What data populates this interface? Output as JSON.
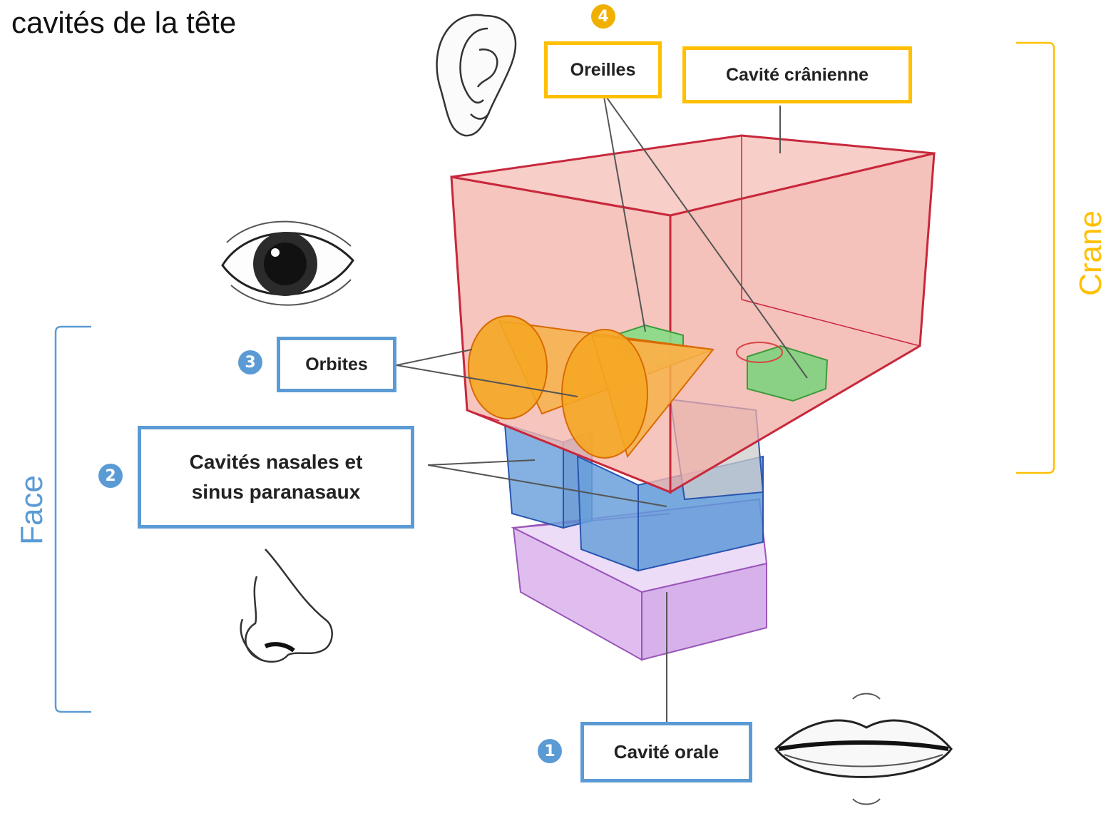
{
  "title": "cavités de la tête",
  "labels": {
    "oreilles": "Oreilles",
    "cavite_cranienne": "Cavité crânienne",
    "orbites": "Orbites",
    "cavites_nasales_line1": "Cavités nasales et",
    "cavites_nasales_line2": "sinus paranasaux",
    "cavite_orale": "Cavité orale"
  },
  "badges": {
    "one": "1",
    "two": "2",
    "three": "3",
    "four": "4"
  },
  "brackets": {
    "crane": "Crane",
    "face": "Face"
  },
  "colors": {
    "face_blue": "#5b9bd5",
    "crane_gold": "#ffc000",
    "cranial_fill": "#f4b6ae",
    "cranial_edge": "#c8283c",
    "nasal_fill": "#6fa3dc",
    "oral_fill": "#d3a6e6",
    "orbit_fill": "#f5a623",
    "ear_fill": "#7fd37f"
  }
}
